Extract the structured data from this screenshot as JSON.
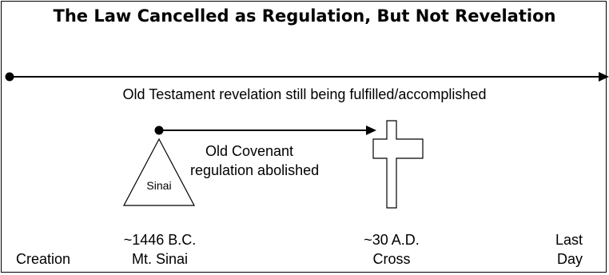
{
  "title": "The Law Cancelled as Regulation, But Not Revelation",
  "timeline": {
    "caption": "Old Testament revelation still being fulfilled/accomplished"
  },
  "regulation": {
    "caption_line1": "Old Covenant",
    "caption_line2": "regulation abolished"
  },
  "sinai_triangle_label": "Sinai",
  "points": {
    "creation": {
      "label": "Creation"
    },
    "sinai": {
      "date": "~1446 B.C.",
      "label": "Mt. Sinai"
    },
    "cross": {
      "date": "~30 A.D.",
      "label": "Cross"
    },
    "last_day": {
      "line1": "Last",
      "line2": "Day"
    }
  },
  "colors": {
    "ink": "#000000",
    "background": "#ffffff"
  }
}
